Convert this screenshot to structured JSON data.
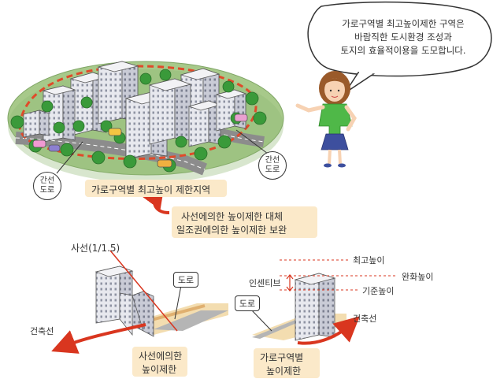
{
  "speech_bubble": {
    "lines": [
      "가로구역별 최고높이제한 구역은",
      "바람직한 도시환경 조성과",
      "토지의 효율적이용을 도모합니다."
    ]
  },
  "top_illustration": {
    "left_road_label": [
      "간선",
      "도로"
    ],
    "right_road_label": [
      "간선",
      "도로"
    ],
    "area_caption": "가로구역별 최고높이 제한지역"
  },
  "replacement_caption": [
    "사선에의한 높이제한 대체",
    "일조권에의한 높이제한 보완"
  ],
  "left_diagram": {
    "slant_label": "사선(1/1.5)",
    "road_label": "도로",
    "building_line_label": "건축선",
    "caption": [
      "사선에의한",
      "높이제한"
    ]
  },
  "right_diagram": {
    "max_height_label": "최고높이",
    "relaxed_height_label": "완화높이",
    "incentive_label": "인센티브",
    "base_height_label": "기준높이",
    "road_label": "도로",
    "building_line_label": "건축선",
    "caption": [
      "가로구역별",
      "높이제한"
    ]
  },
  "colors": {
    "red_arrow": "#d9361f",
    "district_border": "#e04a2a",
    "ground": "#a7c98a",
    "road": "#8c8c8c",
    "label_bg": "#fbe9c9",
    "character_shirt": "#4fb848",
    "character_skirt": "#3d4f9e"
  }
}
